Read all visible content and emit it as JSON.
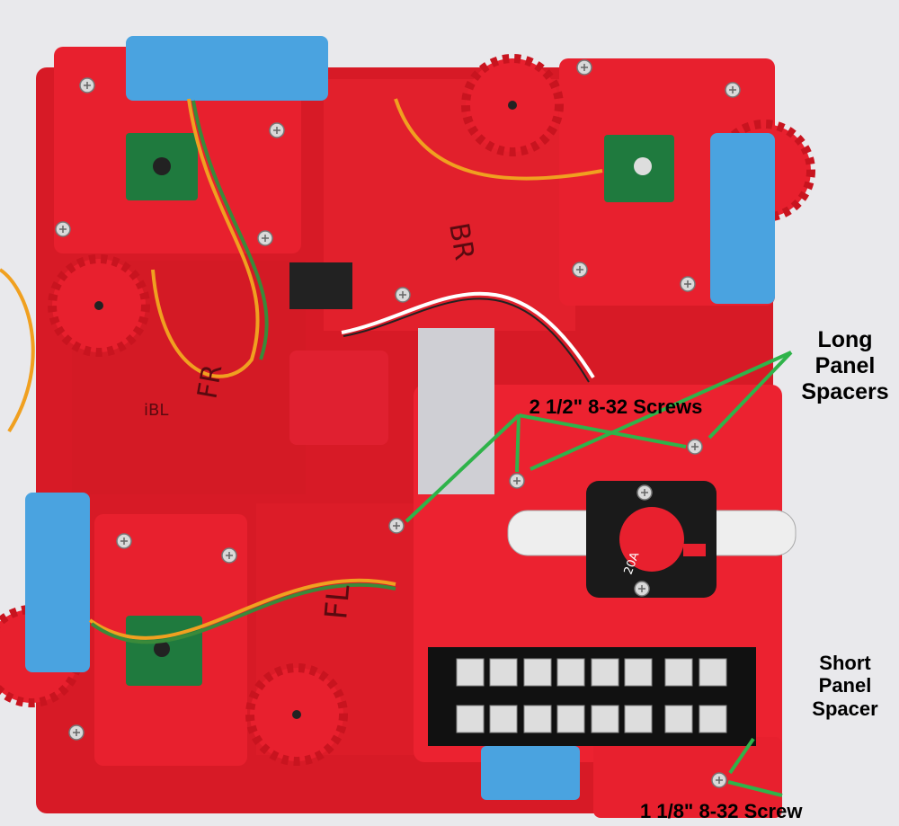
{
  "annotations": {
    "long_panel_spacers": "Long Panel Spacers",
    "long_screws": "2 1/2\" 8-32 Screws",
    "short_panel_spacer": "Short Panel Spacer",
    "short_screw": "1 1/8\" 8-32 Screw"
  },
  "markings": [
    "BR",
    "FR",
    "FL",
    "iBL",
    "20A"
  ],
  "colors": {
    "panel": "#e8202e",
    "panel_dark": "#c8141f",
    "background": "#e9e9ec",
    "annotation_line": "#2fb34a",
    "servo": "#4aa3e0",
    "pcb": "#1f7a3e"
  }
}
